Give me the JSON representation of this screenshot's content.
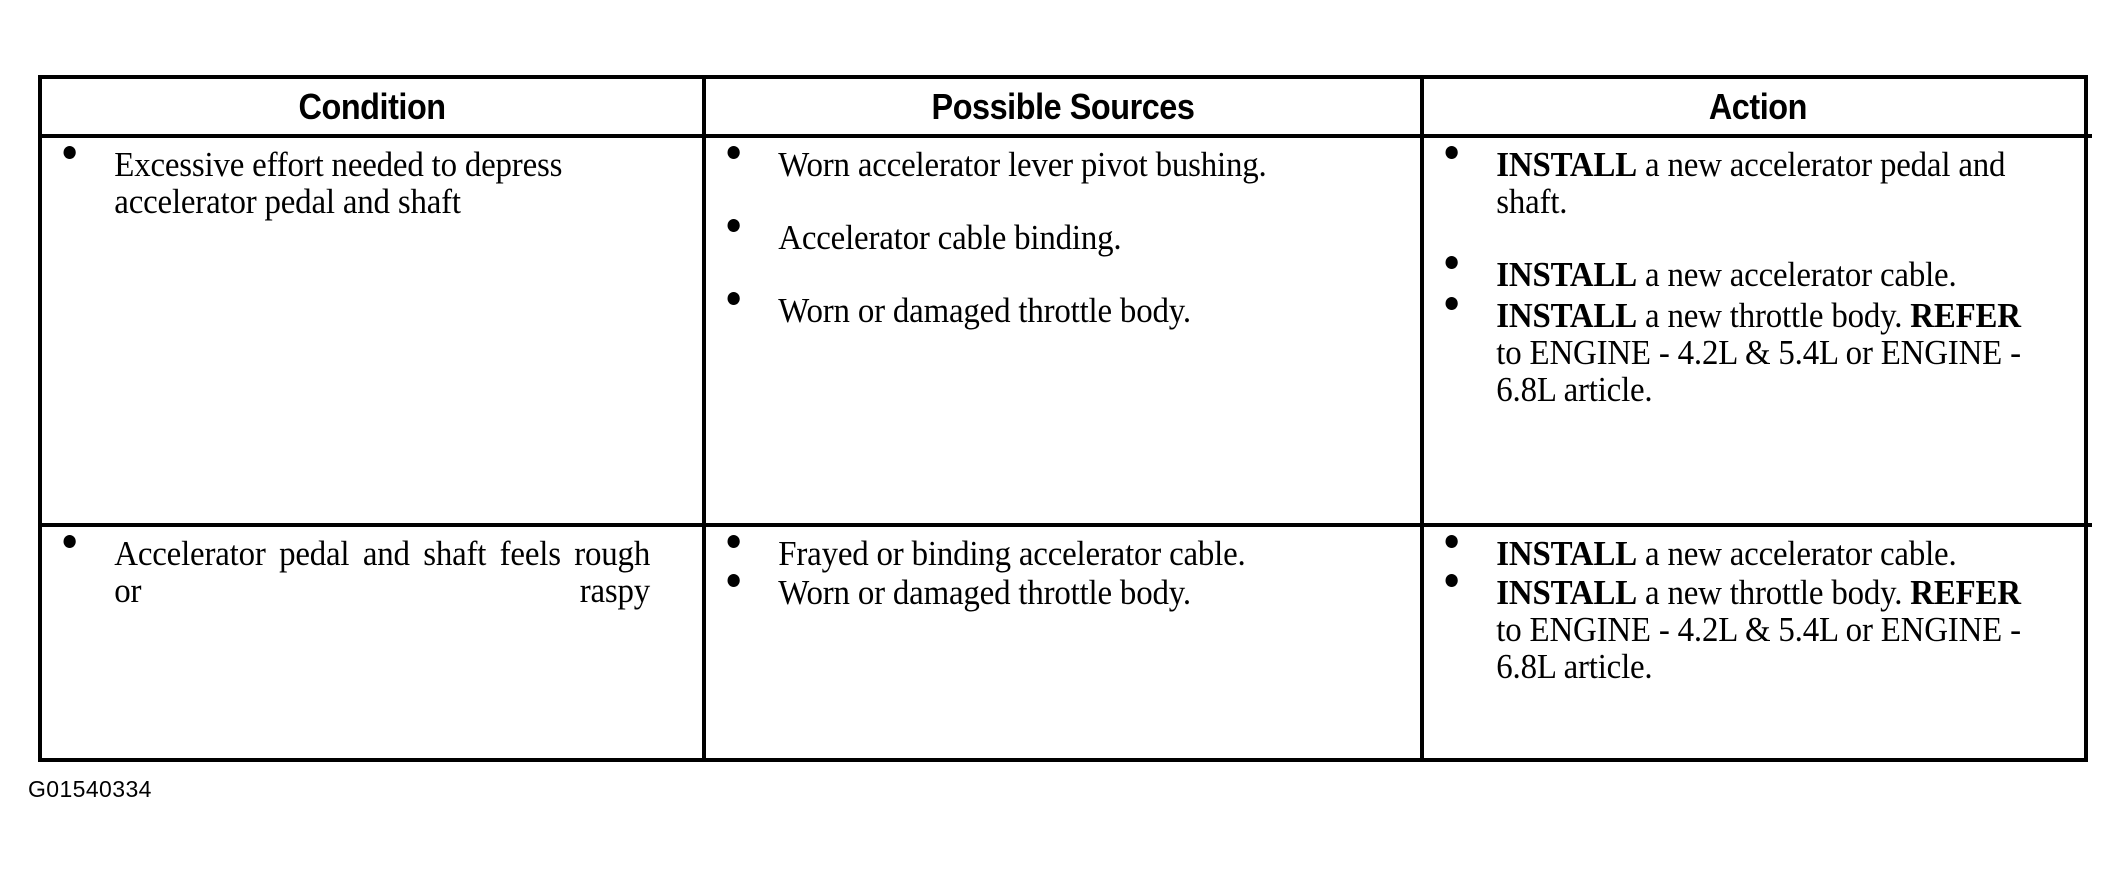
{
  "table": {
    "headers": [
      {
        "label": "Condition"
      },
      {
        "label": "Possible Sources"
      },
      {
        "label": "Action"
      }
    ],
    "rows": [
      {
        "condition": [
          "Excessive effort needed to depress accelerator pedal and shaft"
        ],
        "possible_sources": [
          "Worn accelerator lever pivot bushing.",
          "Accelerator cable binding.",
          "Worn or damaged throttle body."
        ],
        "actions": [
          {
            "keyword": "INSTALL",
            "text": " a new accelerator pedal and shaft."
          },
          {
            "keyword": "INSTALL",
            "text": " a new accelerator cable."
          },
          {
            "keyword": "INSTALL",
            "text": " a new throttle body. ",
            "keyword2": "REFER",
            "text2": " to ENGINE - 4.2L & 5.4L or ENGINE - 6.8L article."
          }
        ]
      },
      {
        "condition": [
          "Accelerator pedal and shaft feels rough or raspy"
        ],
        "possible_sources": [
          "Frayed or binding accelerator cable.",
          "Worn or damaged throttle body."
        ],
        "actions": [
          {
            "keyword": "INSTALL",
            "text": " a new accelerator cable."
          },
          {
            "keyword": "INSTALL",
            "text": " a new throttle body. ",
            "keyword2": "REFER",
            "text2": " to ENGINE - 4.2L & 5.4L or ENGINE - 6.8L article."
          }
        ]
      }
    ]
  },
  "caption": {
    "figure_id": "G01540334"
  },
  "colors": {
    "background": "#ffffff",
    "text": "#000000",
    "rule": "#000000"
  }
}
